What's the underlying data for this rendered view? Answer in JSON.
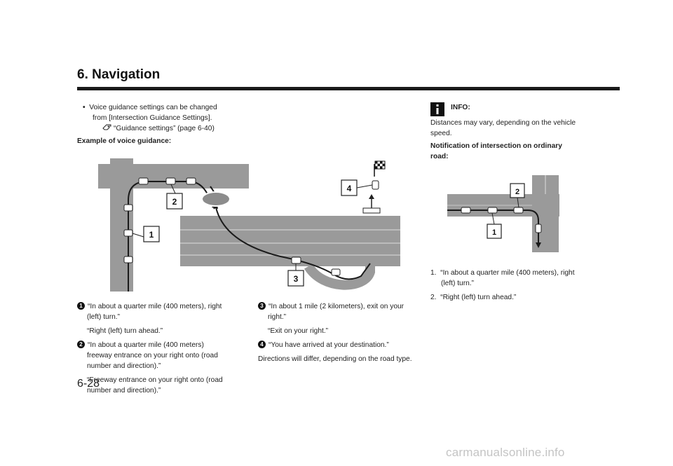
{
  "header": {
    "title": "6. Navigation"
  },
  "colors": {
    "road": "#9a9a9a",
    "lane_line": "#c8c8c8",
    "route": "#1a1a1a",
    "rule": "#1a1a1a"
  },
  "left": {
    "bullet": {
      "text_line1": "Voice guidance settings can be changed",
      "text_line2": "from [Intersection Guidance Settings].",
      "reference": "“Guidance settings” (page 6-40)"
    },
    "example_heading": "Example of voice guidance:",
    "diagram_labels": [
      "1",
      "2",
      "3",
      "4"
    ],
    "items": [
      {
        "number": "1",
        "line1": "“In about a quarter mile (400 meters), right",
        "line2": "(left) turn.”",
        "extra": "“Right (left) turn ahead.”"
      },
      {
        "number": "2",
        "line1": "“In about a quarter mile (400 meters)",
        "line2": "freeway entrance on your right onto (road",
        "line3": "number and direction).”",
        "extra1": "“Freeway entrance on your right onto (road",
        "extra2": "number and direction).”"
      }
    ]
  },
  "middle": {
    "items": [
      {
        "number": "3",
        "line1": "“In about 1 mile (2 kilometers), exit on your",
        "line2": "right.”",
        "extra": "“Exit on your right.”"
      },
      {
        "number": "4",
        "line1": "“You have arrived at your destination.”"
      }
    ],
    "note": "Directions will differ, depending on the road type."
  },
  "right": {
    "info_label": "INFO:",
    "info_text_line1": "Distances may vary, depending on the vehicle",
    "info_text_line2": "speed.",
    "heading_line1": "Notification of intersection on ordinary",
    "heading_line2": "road:",
    "diagram_labels": [
      "1",
      "2"
    ],
    "items": [
      {
        "prefix": "1.",
        "line1": "“In about a quarter mile (400 meters), right",
        "line2": "(left) turn.”"
      },
      {
        "prefix": "2.",
        "line1": "“Right (left) turn ahead.”"
      }
    ]
  },
  "footer": {
    "page_number": "6-28",
    "watermark": "carmanualsonline.info"
  }
}
